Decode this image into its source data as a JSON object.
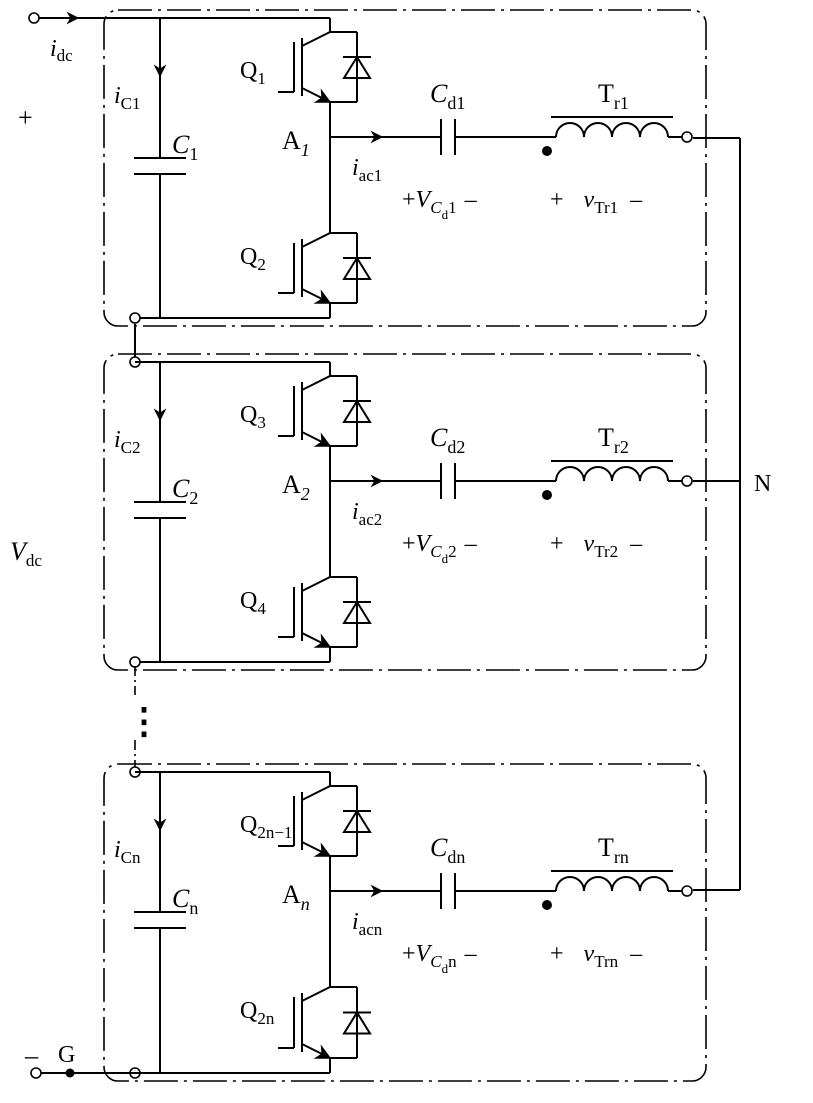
{
  "terminals": {
    "plus": "+",
    "minus": "–",
    "ground": "G",
    "neutral": "N",
    "idc": {
      "main": "i",
      "sub": "dc"
    },
    "vdc": {
      "main": "V",
      "sub": "dc"
    }
  },
  "ellipsis": "⋮",
  "modules": [
    {
      "ic": {
        "main": "i",
        "sub": "C1"
      },
      "cap": {
        "main": "C",
        "sub": "1"
      },
      "node": {
        "main": "A",
        "sub": "1"
      },
      "q_upper": {
        "main": "Q",
        "sub": "1"
      },
      "q_lower": {
        "main": "Q",
        "sub": "2"
      },
      "iac": {
        "main": "i",
        "sub": "ac1"
      },
      "cd": {
        "main": "C",
        "sub": "d1"
      },
      "tr": {
        "main": "T",
        "sub": "r1"
      },
      "vcd": {
        "pre": "+",
        "main": "V",
        "sub": "C",
        "subsub": "d",
        "tail": "1",
        "post": "–"
      },
      "vtr": {
        "pre": "+",
        "main": "v",
        "sub": "Tr1",
        "post": "–"
      }
    },
    {
      "ic": {
        "main": "i",
        "sub": "C2"
      },
      "cap": {
        "main": "C",
        "sub": "2"
      },
      "node": {
        "main": "A",
        "sub": "2"
      },
      "q_upper": {
        "main": "Q",
        "sub": "3"
      },
      "q_lower": {
        "main": "Q",
        "sub": "4"
      },
      "iac": {
        "main": "i",
        "sub": "ac2"
      },
      "cd": {
        "main": "C",
        "sub": "d2"
      },
      "tr": {
        "main": "T",
        "sub": "r2"
      },
      "vcd": {
        "pre": "+",
        "main": "V",
        "sub": "C",
        "subsub": "d",
        "tail": "2",
        "post": "–"
      },
      "vtr": {
        "pre": "+",
        "main": "v",
        "sub": "Tr2",
        "post": "–"
      }
    },
    {
      "ic": {
        "main": "i",
        "sub": "Cn"
      },
      "cap": {
        "main": "C",
        "sub": "n"
      },
      "node": {
        "main": "A",
        "sub": "n"
      },
      "q_upper": {
        "main": "Q",
        "sub": "2n−1"
      },
      "q_lower": {
        "main": "Q",
        "sub": "2n"
      },
      "iac": {
        "main": "i",
        "sub": "acn"
      },
      "cd": {
        "main": "C",
        "sub": "dn"
      },
      "tr": {
        "main": "T",
        "sub": "rn"
      },
      "vcd": {
        "pre": "+",
        "main": "V",
        "sub": "C",
        "subsub": "d",
        "tail": "n",
        "post": "–"
      },
      "vtr": {
        "pre": "+",
        "main": "v",
        "sub": "Trn",
        "post": "–"
      }
    }
  ]
}
